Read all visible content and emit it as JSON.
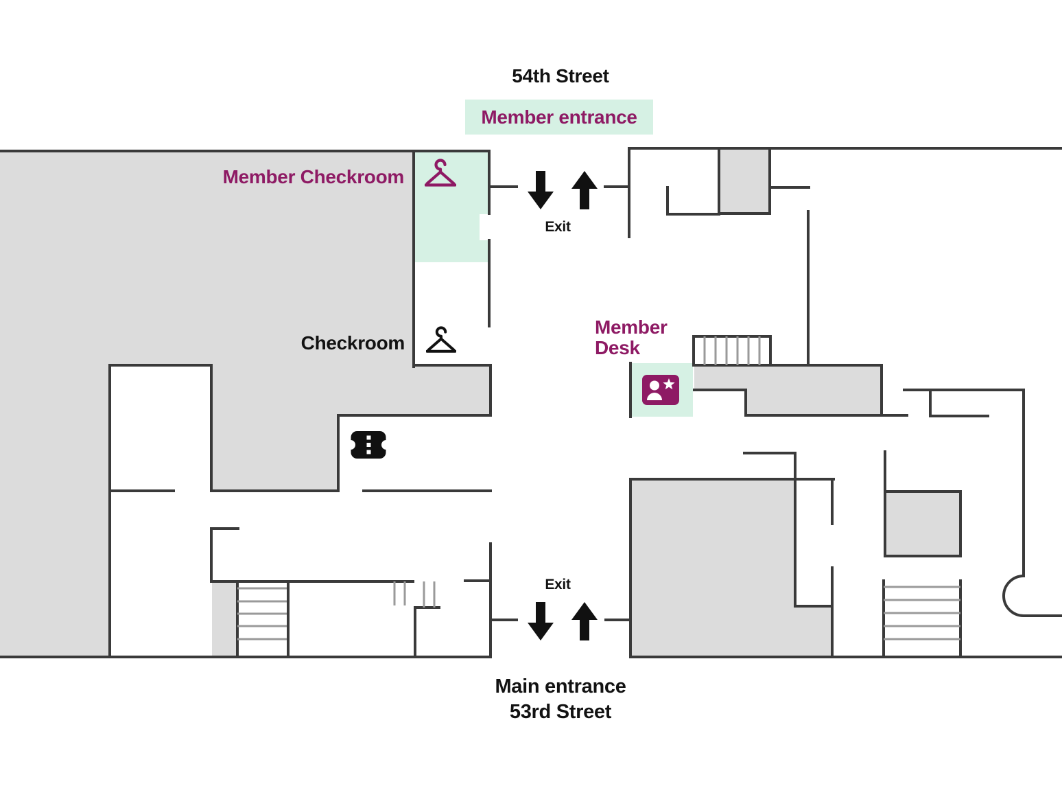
{
  "colors": {
    "wall": "#3A3A3A",
    "room-gray": "#DCDCDC",
    "mint": "#D6F1E4",
    "magenta": "#8E1A64",
    "stair-gray": "#9A9A9A",
    "black": "#111111"
  },
  "streets": {
    "top": "54th Street",
    "main_entrance": "Main entrance",
    "bottom": "53rd Street"
  },
  "labels": {
    "member_entrance": "Member entrance",
    "member_checkroom": "Member Checkroom",
    "checkroom": "Checkroom",
    "member_desk": "Member\nDesk",
    "exit_top": "Exit",
    "exit_bottom": "Exit"
  },
  "icons": [
    {
      "name": "coat-hanger-icon-member"
    },
    {
      "name": "coat-hanger-icon"
    },
    {
      "name": "ticket-turnstile-icon"
    },
    {
      "name": "member-desk-badge-icon"
    },
    {
      "name": "down-arrow-icon"
    },
    {
      "name": "up-arrow-icon"
    }
  ]
}
